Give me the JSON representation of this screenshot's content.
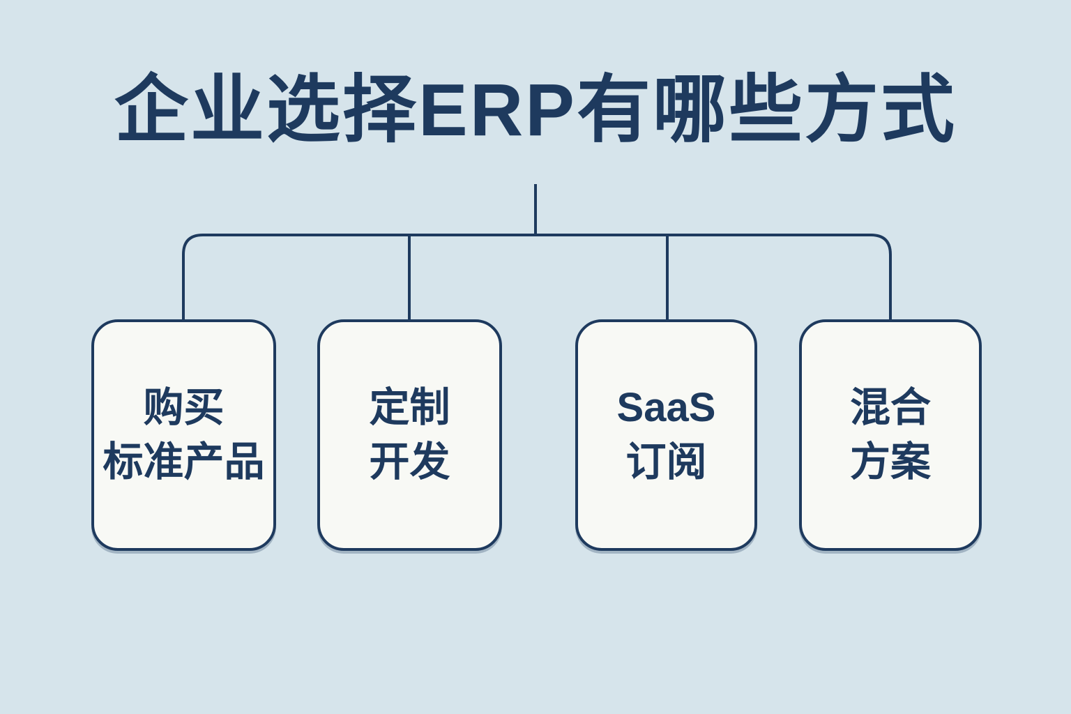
{
  "title": "企业选择ERP有哪些方式",
  "colors": {
    "background": "#d6e4eb",
    "line": "#1e3a5e",
    "text": "#1e3a5e",
    "box_fill": "#f8f9f5"
  },
  "diagram": {
    "type": "tree",
    "root": "企业选择ERP有哪些方式",
    "nodes": [
      {
        "name": "buy-standard-product",
        "label": "购买标准产品",
        "lines": [
          "购买",
          "标准产品"
        ]
      },
      {
        "name": "custom-development",
        "label": "定制开发",
        "lines": [
          "定制",
          "开发"
        ]
      },
      {
        "name": "saas-subscription",
        "label": "SaaS订阅",
        "lines": [
          "SaaS",
          "订阅"
        ]
      },
      {
        "name": "hybrid-solution",
        "label": "混合方案",
        "lines": [
          "混合",
          "方案"
        ]
      }
    ]
  }
}
